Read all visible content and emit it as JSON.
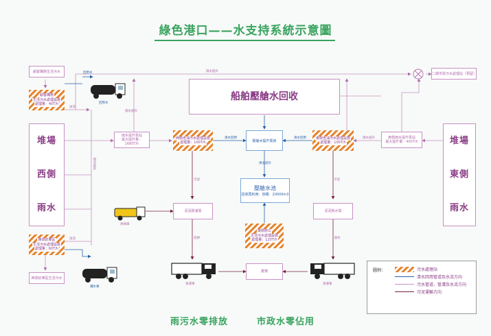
{
  "title": "綠色港口——水支持系統示意圖",
  "footer": {
    "left": "雨污水零排放",
    "right": "市政水零佔用"
  },
  "nodes": {
    "west_source": "顧客職務生活污水",
    "west_treat": {
      "line1": "顧客職務",
      "line2": "生活污水處理設施",
      "line3": "處理量：40T/h"
    },
    "west_yard": [
      "堆場",
      "西側",
      "雨水"
    ],
    "west_south_treat": {
      "line1": "西側倉庫區",
      "line2": "生活污水處理設施",
      "line3": "處理量：60T/h"
    },
    "west_south_source": "西側倉庫區生活污水",
    "west_lift": {
      "line1": "雨水提升泵站",
      "line2": "最大提升量：1680T/h"
    },
    "west_rain_treat": {
      "line1": "西側含油污水處理設施",
      "line2": "處理量：100T/h"
    },
    "ship_ballast": "船舶壓艙水回收",
    "ballast_pump": "壓艙水提升泵房",
    "ballast_tank": {
      "line1": "壓艙水池",
      "line2": "回收再利用：容積：20000m3"
    },
    "east_rain_treat": {
      "line1": "東側含油污水處理設施",
      "line2": "處理量：100T/h"
    },
    "east_lift": {
      "line1": "東側雨水提升泵站",
      "line2": "最大提升量：400T/h"
    },
    "east_yard": [
      "堆場",
      "東側",
      "雨水"
    ],
    "sludge_w": "泥泥壓濾間",
    "sludge_e": "泥泥脫水間",
    "domestic_treat": {
      "line1": "東側辦公",
      "line2": "生活污水處理設施",
      "line3": "處理量：120T/h"
    },
    "sludge_storage": "棄場",
    "municipal": "二期市政污水處理站（預留）"
  },
  "labels": {
    "recycle_water": "回用水",
    "spray_truck": "灑水車",
    "sludge_truck": "清運車",
    "outflow": "溢流",
    "rain_lift": "雨水提升",
    "water_recycle": "清水回用",
    "sludge": "污泥",
    "sludge_cake": "泥餅",
    "dewatered": "脫水",
    "transport": "清運",
    "truck_clean": "清掃車",
    "clean_pump": "清泥提升"
  },
  "legend": {
    "title": "圖例：",
    "items": [
      "污水處理站",
      "清水回用管道及水流方向",
      "污水管道、管溝及水流方向",
      "污泥運輸方向"
    ]
  },
  "colors": {
    "accent": "#3aa35f",
    "pink": "#c88fc4",
    "purple": "#8a3d86",
    "blue": "#2a5fa8",
    "hatch": "#e5852f",
    "sludge": "#7a1f3d"
  }
}
